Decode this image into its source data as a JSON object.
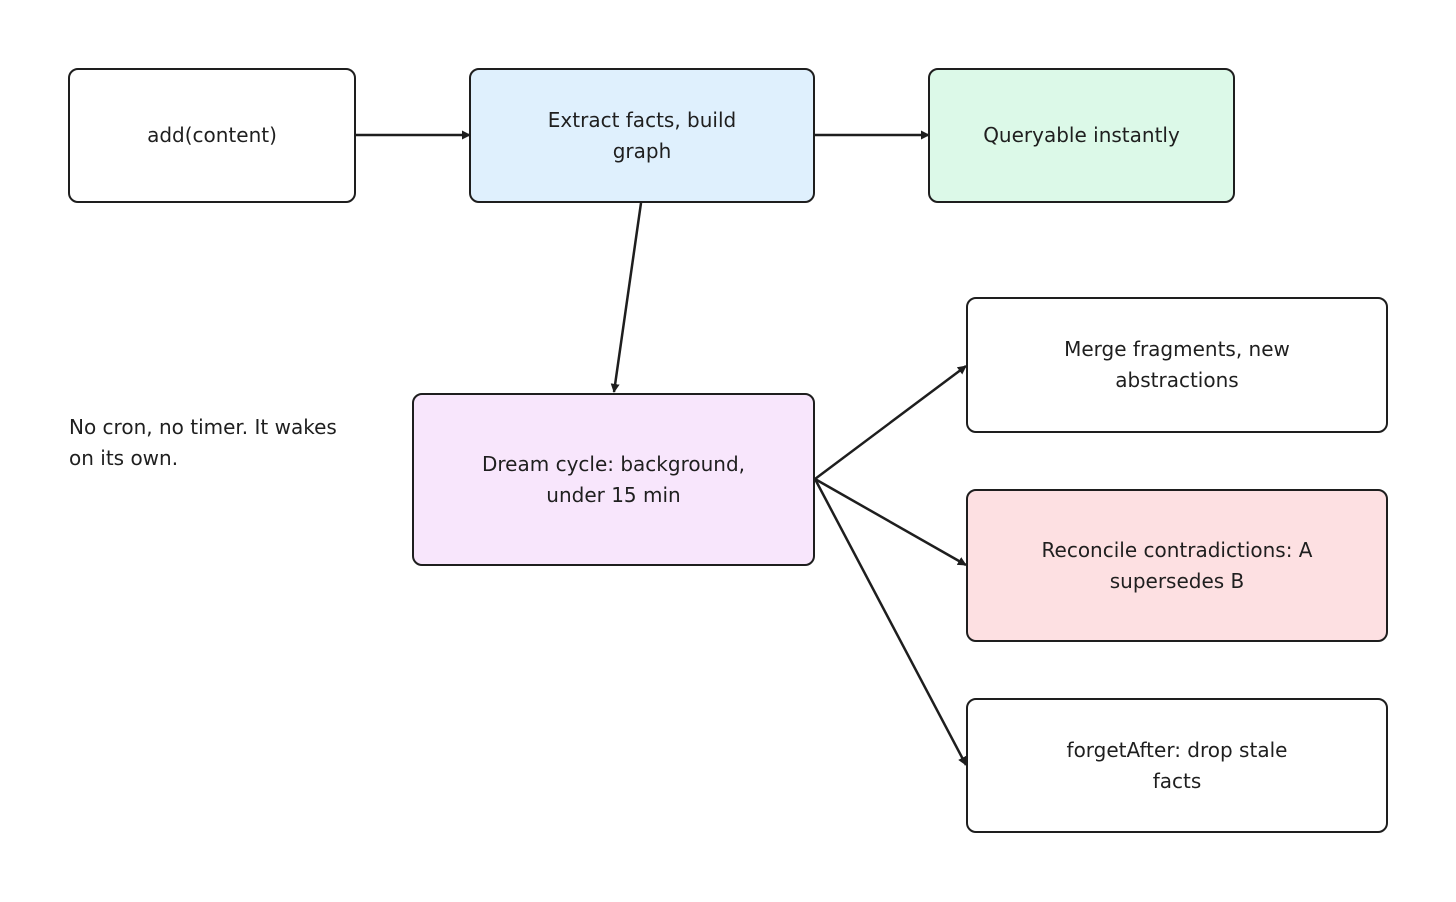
{
  "nodes": {
    "add": {
      "label": "add(content)",
      "fill": "#ffffff"
    },
    "extract": {
      "label": "Extract facts, build graph",
      "fill": "#dff0fd"
    },
    "query": {
      "label": "Queryable instantly",
      "fill": "#dcf9e8"
    },
    "dream": {
      "label": "Dream cycle: background, under 15 min",
      "fill": "#f8e6fc"
    },
    "merge": {
      "label": "Merge fragments, new abstractions",
      "fill": "#ffffff"
    },
    "reconcile": {
      "label": "Reconcile contradictions: A supersedes B",
      "fill": "#fde0e2"
    },
    "forget": {
      "label": "forgetAfter: drop stale facts",
      "fill": "#ffffff"
    }
  },
  "note": {
    "text": "No cron, no timer. It wakes on its own."
  },
  "colors": {
    "stroke": "#1e1e1e",
    "text": "#1f1f1f"
  },
  "edges": [
    {
      "from": "add",
      "to": "extract"
    },
    {
      "from": "extract",
      "to": "query"
    },
    {
      "from": "extract",
      "to": "dream"
    },
    {
      "from": "dream",
      "to": "merge"
    },
    {
      "from": "dream",
      "to": "reconcile"
    },
    {
      "from": "dream",
      "to": "forget"
    }
  ]
}
